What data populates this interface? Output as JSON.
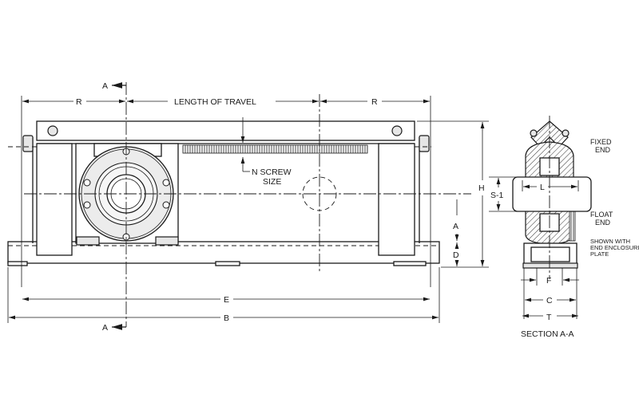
{
  "drawing": {
    "front_view": {
      "section_marker_top": "A",
      "section_marker_bottom": "A",
      "dim_r_left": "R",
      "dim_r_right": "R",
      "dim_length_of_travel": "LENGTH OF TRAVEL",
      "screw_note_line1": "N  SCREW",
      "screw_note_line2": "SIZE",
      "dim_e": "E",
      "dim_b": "B",
      "dim_h": "H",
      "dim_s1": "S-1",
      "dim_a": "A",
      "dim_d": "D"
    },
    "section_view": {
      "title": "SECTION A-A",
      "fixed_end_line1": "FIXED",
      "fixed_end_line2": "END",
      "float_end_line1": "FLOAT",
      "float_end_line2": "END",
      "note_line1": "SHOWN WITH",
      "note_line2": "END ENCLOSURE",
      "note_line3": "PLATE",
      "dim_l": "L",
      "dim_f": "F",
      "dim_c": "C",
      "dim_t": "T"
    }
  }
}
